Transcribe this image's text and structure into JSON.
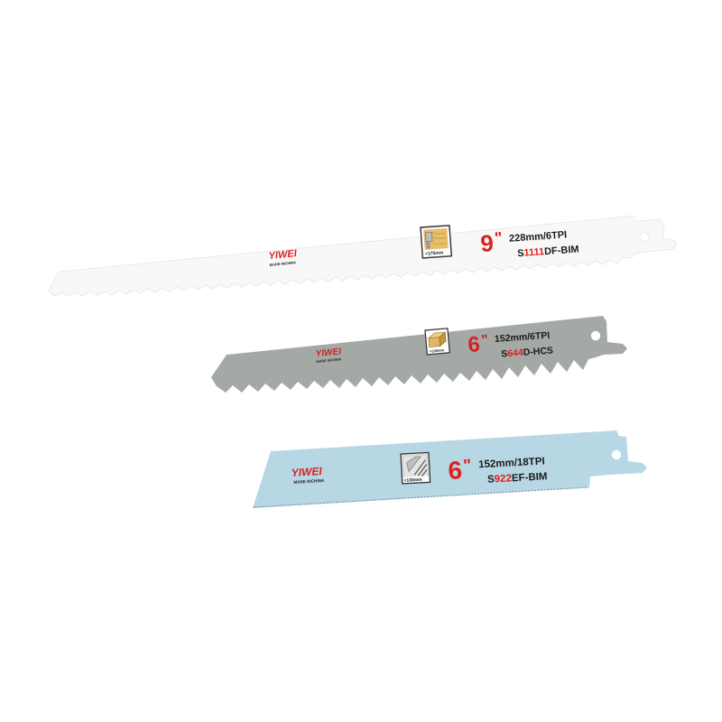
{
  "scene": {
    "background": "#ffffff",
    "description": "Three reciprocating saw blades on white background"
  },
  "blades": [
    {
      "id": "blade-9in-wood",
      "color": "#f7f7f7",
      "brand": "YIWEI",
      "made_in": "MADE INCHINA",
      "size": "9\"",
      "size_number": "9",
      "size_mark": "\"",
      "length_tpi": "228mm/6TPI",
      "model_prefix": "S",
      "model_highlight": "1111",
      "model_suffix": "DF-BIM",
      "icon": "wood-with-nail-icon",
      "icon_label": "<175mm"
    },
    {
      "id": "blade-6in-wood",
      "color": "#a4a8a5",
      "brand": "YIWEI",
      "made_in": "MADE INCHINA",
      "size": "6\"",
      "size_number": "6",
      "size_mark": "\"",
      "length_tpi": "152mm/6TPI",
      "model_prefix": "S",
      "model_highlight": "644",
      "model_suffix": "D-HCS",
      "icon": "wood-block-icon",
      "icon_label": "<100mm"
    },
    {
      "id": "blade-6in-metal",
      "color": "#b6d6e4",
      "brand": "YIWEI",
      "made_in": "MADE INCHINA",
      "size": "6\"",
      "size_number": "6",
      "size_mark": "\"",
      "length_tpi": "152mm/18TPI",
      "model_prefix": "S",
      "model_highlight": "922",
      "model_suffix": "EF-BIM",
      "icon": "metal-profile-icon",
      "icon_label": "<100mm"
    }
  ],
  "colors": {
    "brand_red": "#e02020",
    "text_dark": "#1a1a1a"
  }
}
